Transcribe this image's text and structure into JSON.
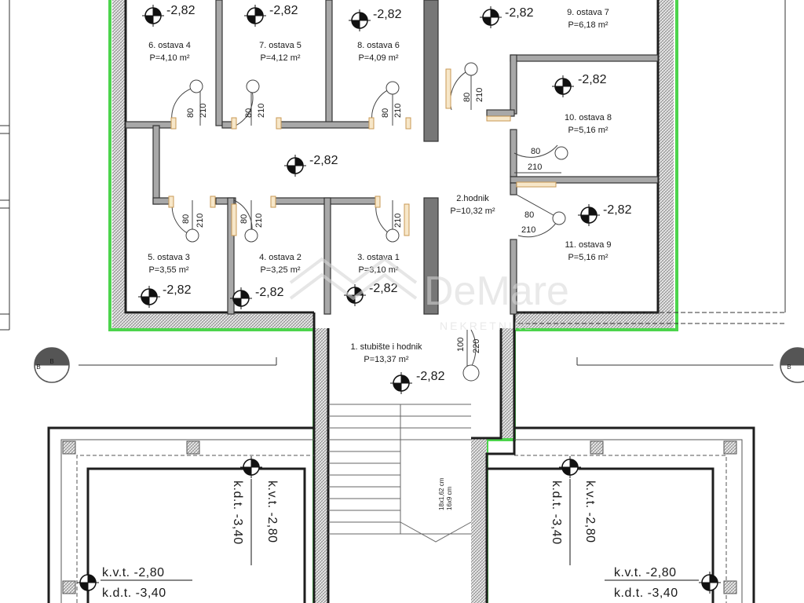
{
  "rooms": {
    "r6": {
      "name": "6. ostava 4",
      "area": "P=4,10 m²"
    },
    "r7": {
      "name": "7. ostava 5",
      "area": "P=4,12 m²"
    },
    "r8": {
      "name": "8. ostava 6",
      "area": "P=4,09 m²"
    },
    "r9": {
      "name": "9. ostava 7",
      "area": "P=6,18 m²"
    },
    "r10": {
      "name": "10. ostava 8",
      "area": "P=5,16 m²"
    },
    "r11": {
      "name": "11. ostava 9",
      "area": "P=5,16 m²"
    },
    "r2": {
      "name": "2.hodnik",
      "area": "P=10,32 m²"
    },
    "r5": {
      "name": "5. ostava 3",
      "area": "P=3,55 m²"
    },
    "r4": {
      "name": "4. ostava 2",
      "area": "P=3,25 m²"
    },
    "r3": {
      "name": "3. ostava 1",
      "area": "P=3,10 m²"
    },
    "r1": {
      "name": "1. stubište i hodnik",
      "area": "P=13,37 m²"
    }
  },
  "levels": {
    "l6": "-2,82",
    "l7": "-2,82",
    "l8": "-2,82",
    "l9": "-2,82",
    "l10": "-2,82",
    "l11": "-2,82",
    "lcor": "-2,82",
    "l5": "-2,82",
    "l4": "-2,82",
    "l3": "-2,82",
    "l1": "-2,82"
  },
  "doors": {
    "width_80": "80",
    "height_210": "210",
    "width_100": "100",
    "height_220": "220"
  },
  "section_marker": "B",
  "stairs": {
    "line1": "18x1,62 cm",
    "line2": "16x9 cm"
  },
  "elevations": {
    "kvt_left": "k.v.t. -2,80",
    "kdt_left": "k.d.t. -3,40",
    "kvt_right": "k.v.t. -2,80",
    "kdt_right": "k.d.t. -3,40",
    "kvt_lc": "k.v.t. -2,80",
    "kdt_lc": "k.d.t. -3,40",
    "kvt_rc": "k.v.t. -2,80",
    "kdt_rc": "k.d.t. -3,40"
  },
  "watermark": {
    "brand": "DeMare",
    "sub": "NEKRETNINE"
  },
  "colors": {
    "wall": "#1e1e1e",
    "wall_fill": "#a8a8a8",
    "outline_green": "#4cd44c",
    "door_frame": "#c99a55"
  }
}
